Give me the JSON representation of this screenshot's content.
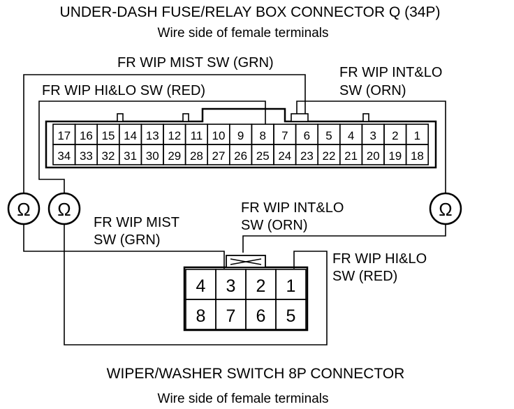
{
  "title_top": "UNDER-DASH FUSE/RELAY BOX CONNECTOR Q (34P)",
  "subtitle_top": "Wire side of female terminals",
  "title_bottom": "WIPER/WASHER SWITCH 8P CONNECTOR",
  "subtitle_bottom": "Wire side of female terminals",
  "labels": {
    "q_mist": "FR WIP MIST SW (GRN)",
    "q_hilo": "FR WIP HI&LO SW (RED)",
    "q_intlo_1": "FR WIP INT&LO",
    "q_intlo_2": "SW (ORN)",
    "s_mist_1": "FR WIP MIST",
    "s_mist_2": "SW (GRN)",
    "s_intlo_1": "FR WIP INT&LO",
    "s_intlo_2": "SW (ORN)",
    "s_hilo_1": "FR WIP HI&LO",
    "s_hilo_2": "SW (RED)"
  },
  "ohm_symbol": "Ω",
  "connector_q": {
    "top_row": [
      "17",
      "16",
      "15",
      "14",
      "13",
      "12",
      "11",
      "10",
      "9",
      "8",
      "7",
      "6",
      "5",
      "4",
      "3",
      "2",
      "1"
    ],
    "bottom_row": [
      "34",
      "33",
      "32",
      "31",
      "30",
      "29",
      "28",
      "27",
      "26",
      "25",
      "24",
      "23",
      "22",
      "21",
      "20",
      "19",
      "18"
    ]
  },
  "connector_8p": {
    "top_row": [
      "4",
      "3",
      "2",
      "1"
    ],
    "bottom_row": [
      "8",
      "7",
      "6",
      "5"
    ]
  }
}
